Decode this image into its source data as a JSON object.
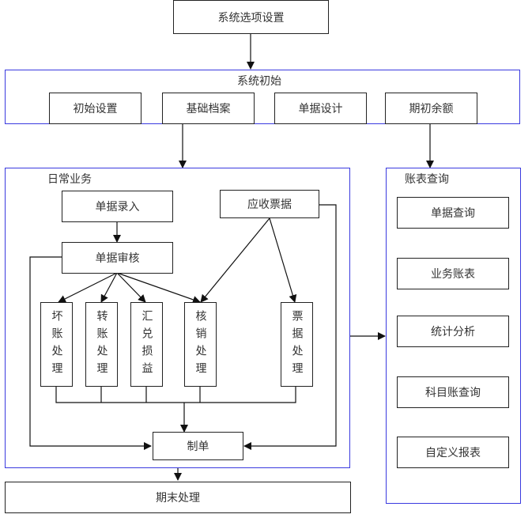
{
  "diagram": {
    "colors": {
      "group_border": "#3a3adf",
      "box_border": "#222222",
      "line": "#111111",
      "text": "#333333"
    },
    "nodes": {
      "system_options": "系统选项设置",
      "system_init_group": "系统初始",
      "init_settings": "初始设置",
      "basic_archives": "基础档案",
      "document_design": "单据设计",
      "opening_balance": "期初余额",
      "daily_business_group": "日常业务",
      "document_entry": "单据录入",
      "document_review": "单据审核",
      "receivable_bills": "应收票据",
      "bad_debt": "坏账处理",
      "transfer": "转账处理",
      "exchange_gain_loss": "汇兑损益",
      "write_off": "核销处理",
      "bill_processing": "票据处理",
      "voucher_making": "制单",
      "period_end": "期末处理",
      "reports_group": "账表查询",
      "document_query": "单据查询",
      "business_reports": "业务账表",
      "statistical_analysis": "统计分析",
      "subject_ledger_query": "科目账查询",
      "custom_reports": "自定义报表"
    },
    "edges": [
      [
        "系统选项设置",
        "系统初始"
      ],
      [
        "基础档案",
        "日常业务"
      ],
      [
        "期初余额",
        "账表查询"
      ],
      [
        "单据录入",
        "单据审核"
      ],
      [
        "单据审核",
        "坏账处理"
      ],
      [
        "单据审核",
        "转账处理"
      ],
      [
        "单据审核",
        "汇兑损益"
      ],
      [
        "单据审核",
        "核销处理"
      ],
      [
        "应收票据",
        "核销处理"
      ],
      [
        "应收票据",
        "票据处理"
      ],
      [
        "坏账处理",
        "制单"
      ],
      [
        "转账处理",
        "制单"
      ],
      [
        "汇兑损益",
        "制单"
      ],
      [
        "核销处理",
        "制单"
      ],
      [
        "票据处理",
        "制单"
      ],
      [
        "单据审核",
        "制单"
      ],
      [
        "应收票据",
        "制单"
      ],
      [
        "日常业务",
        "账表查询"
      ],
      [
        "日常业务",
        "期末处理"
      ]
    ]
  }
}
